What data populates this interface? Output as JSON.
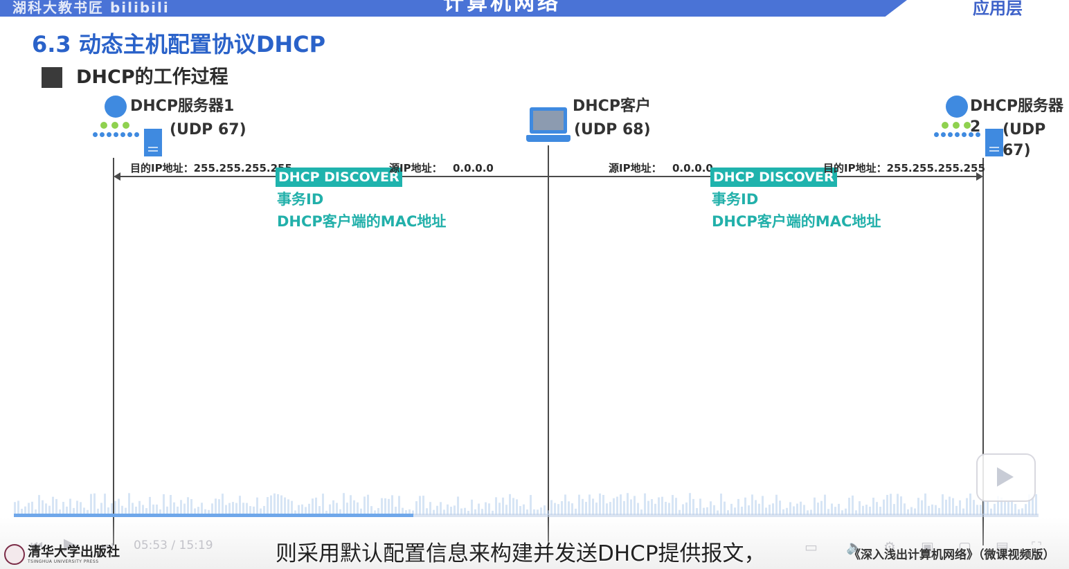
{
  "banner": {
    "watermark": "湖科大教书匠 bilibili",
    "title": "计算机网络",
    "layer_tag": "应用层"
  },
  "slide": {
    "heading": "6.3 动态主机配置协议DHCP",
    "subheading": "DHCP的工作过程"
  },
  "nodes": {
    "server1": {
      "name": "DHCP服务器1",
      "port": "(UDP 67)"
    },
    "client": {
      "name": "DHCP客户",
      "port": "(UDP 68)"
    },
    "server2": {
      "name": "DHCP服务器2",
      "port": "(UDP 67)"
    }
  },
  "message_left": {
    "dst": "目的IP地址：255.255.255.255",
    "src_label": "源IP地址：",
    "src_value": "0.0.0.0",
    "type": "DHCP DISCOVER",
    "field1": "事务ID",
    "field2": "DHCP客户端的MAC地址"
  },
  "message_right": {
    "src_label": "源IP地址：",
    "src_value": "0.0.0.0",
    "type": "DHCP DISCOVER",
    "dst": "目的IP地址：255.255.255.255",
    "field1": "事务ID",
    "field2": "DHCP客户端的MAC地址"
  },
  "player": {
    "time": "05:53 / 15:19",
    "progress_fraction": 0.39,
    "subtitle": "则采用默认配置信息来构建并发送DHCP提供报文，",
    "book": "《深入浅出计算机网络》（微课视频版）",
    "publisher": "清华大学出版社",
    "publisher_en": "TSINGHUA UNIVERSITY PRESS"
  },
  "colors": {
    "banner": "#4a73d6",
    "heading": "#2a62c9",
    "teal": "#1fb3ad",
    "node_blue": "#3f8ae0"
  }
}
